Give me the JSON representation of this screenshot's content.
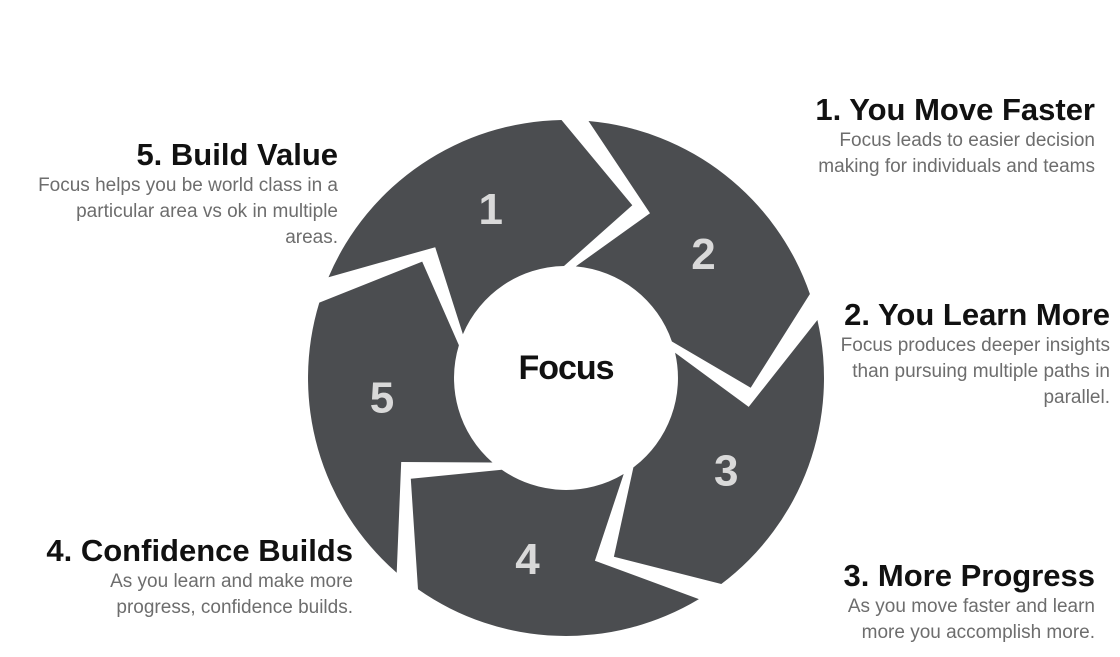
{
  "center": {
    "label": "Focus"
  },
  "segments": [
    "1",
    "2",
    "3",
    "4",
    "5"
  ],
  "steps": [
    {
      "title": "1.  You Move Faster",
      "desc": "Focus leads to easier decision making for individuals and teams"
    },
    {
      "title": "2.  You Learn More",
      "desc": "Focus produces deeper insights than pursuing multiple paths in parallel."
    },
    {
      "title": "3.  More Progress",
      "desc": "As you move faster and learn more you accomplish more."
    },
    {
      "title": "4.  Confidence Builds",
      "desc": "As you learn and make more progress, confidence builds."
    },
    {
      "title": "5.  Build Value",
      "desc": "Focus helps you be world class in a particular area vs ok in multiple areas."
    }
  ],
  "colors": {
    "segment": "#4b4d50",
    "segment_number": "#d9d9d9",
    "title": "#111111",
    "description": "#6d6d6d"
  }
}
